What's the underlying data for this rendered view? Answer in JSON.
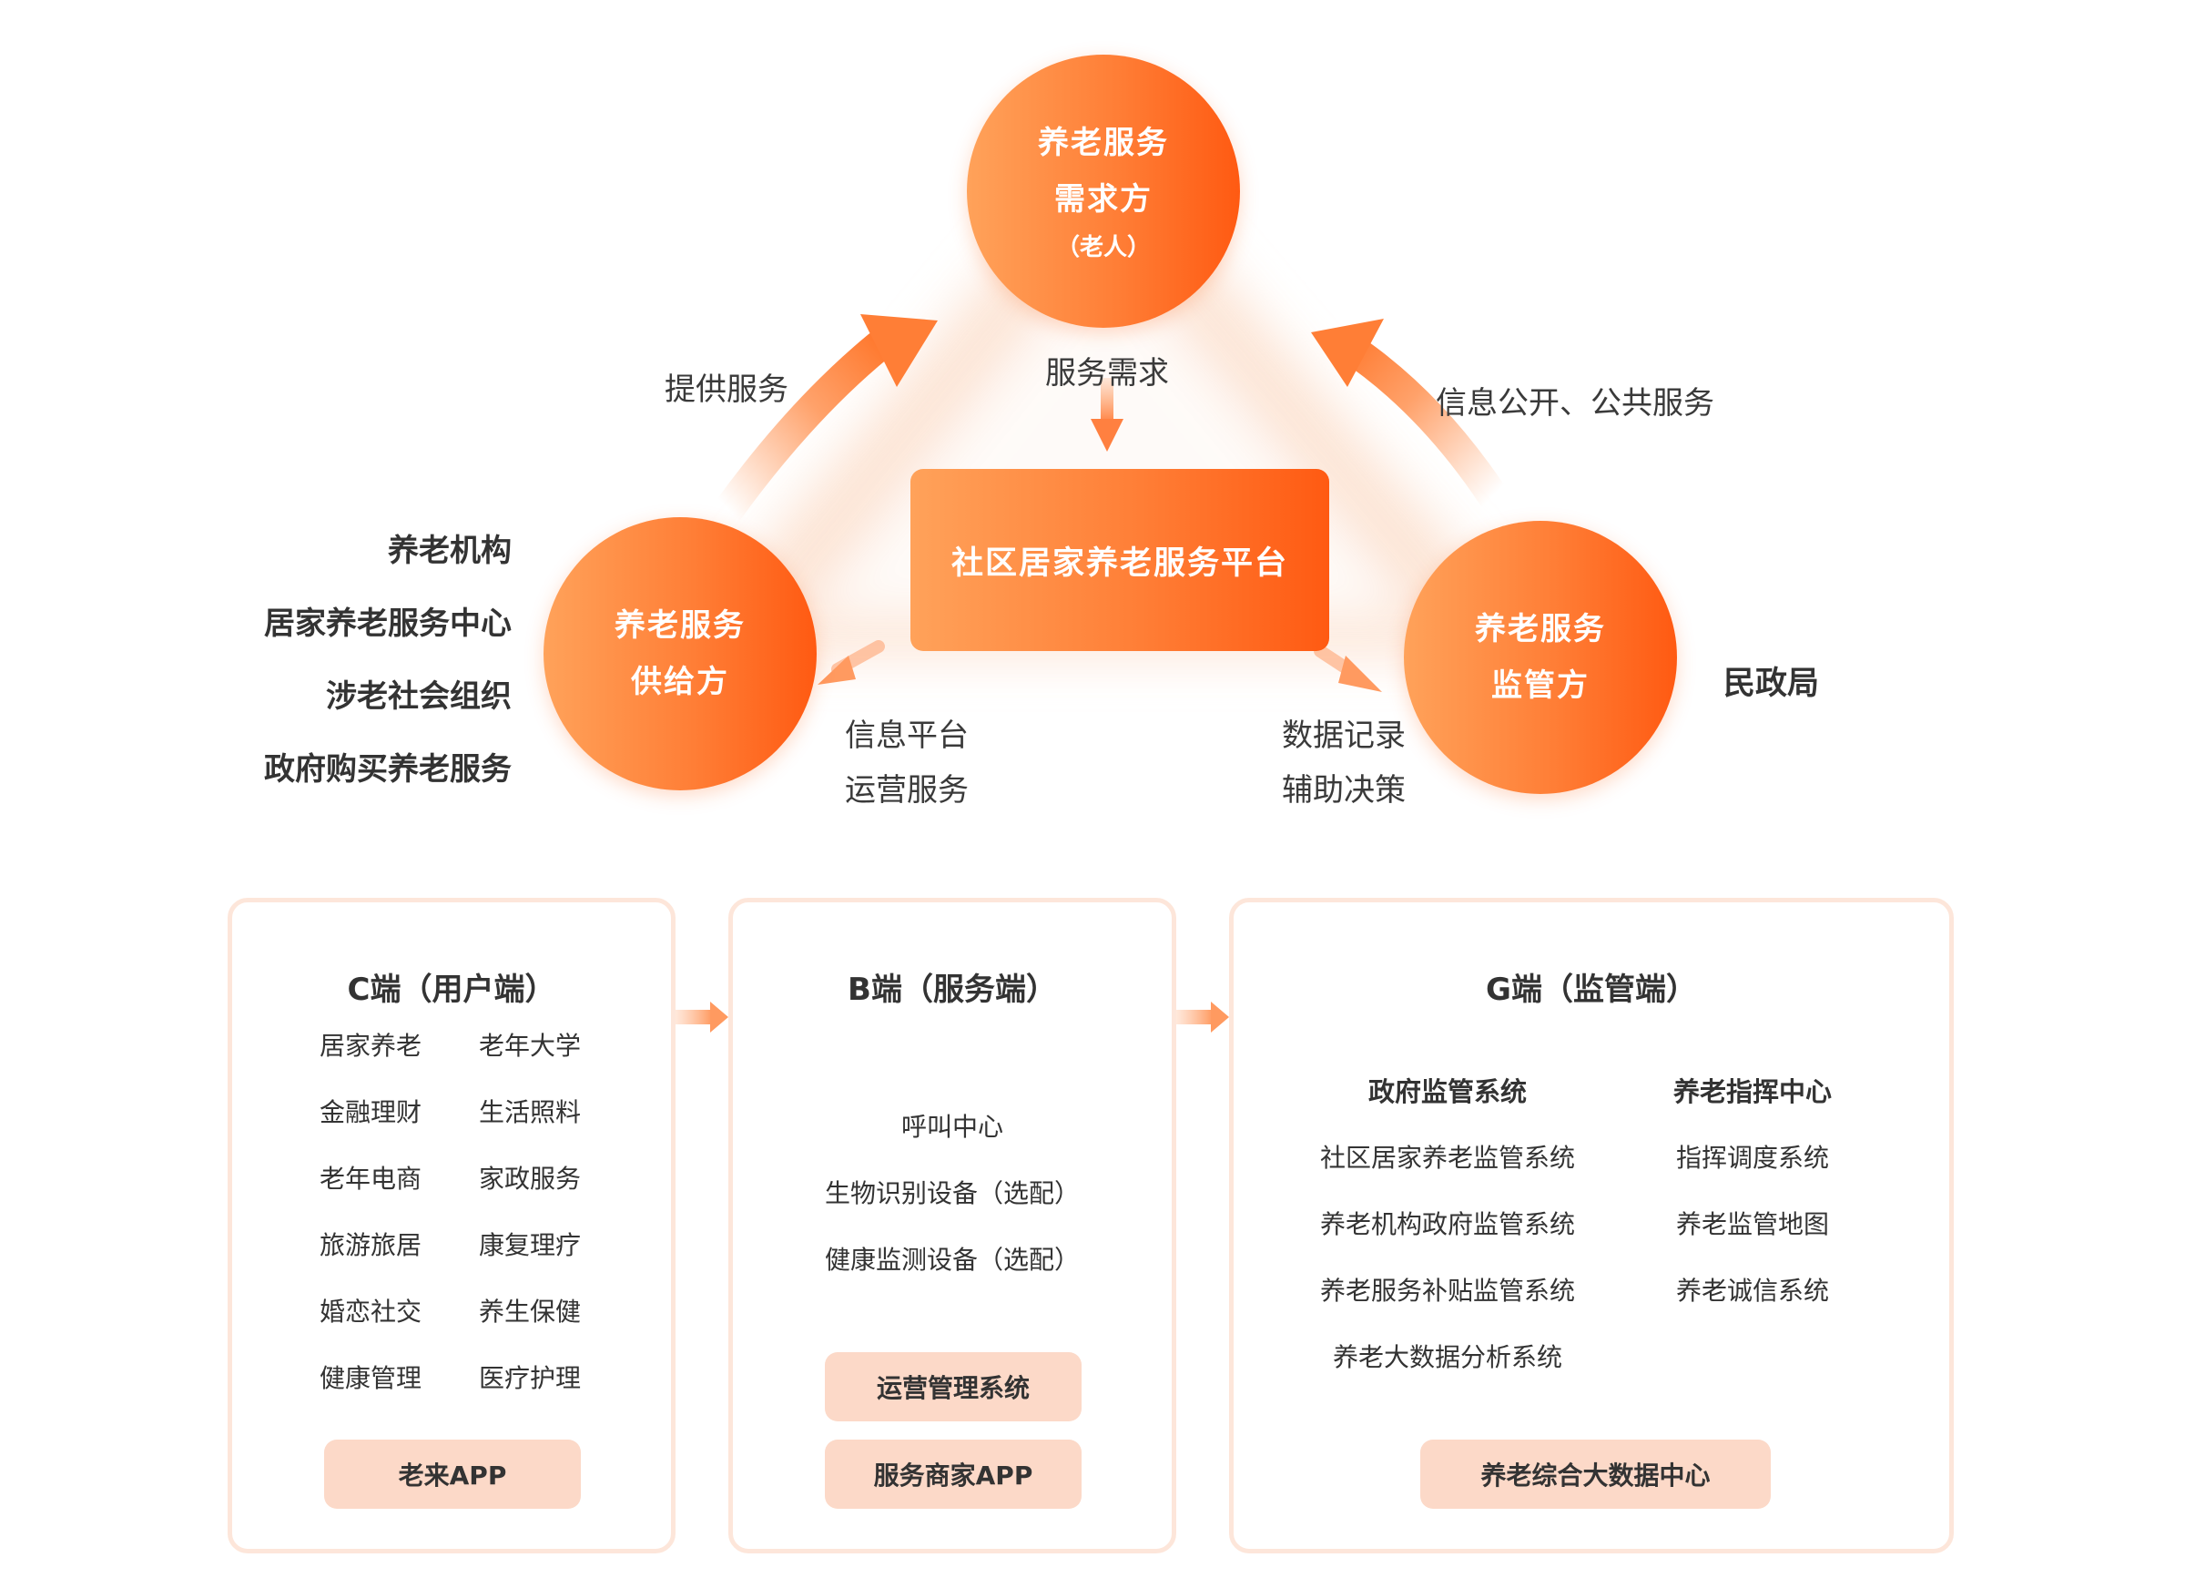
{
  "colors": {
    "accent": "#FF6A1F",
    "accent_light": "#FFA25A",
    "pill_bg": "#FCD9C8",
    "panel_border": "#FDE6DA",
    "glow": "#FCE3D4"
  },
  "top": {
    "demand": {
      "line1": "养老服务",
      "line2": "需求方",
      "line3": "（老人）"
    },
    "supply": {
      "line1": "养老服务",
      "line2": "供给方"
    },
    "regulator": {
      "line1": "养老服务",
      "line2": "监管方"
    },
    "platform": "社区居家养老服务平台",
    "labels": {
      "provide": "提供服务",
      "need": "服务需求",
      "info_public": "信息公开、公共服务",
      "info_platform": "信息平台",
      "ops_service": "运营服务",
      "data_record": "数据记录",
      "aux_decision": "辅助决策"
    },
    "supply_list": [
      "养老机构",
      "居家养老服务中心",
      "涉老社会组织",
      "政府购买养老服务"
    ],
    "regulator_name": "民政局"
  },
  "panels": {
    "c": {
      "title": "C端（用户端）",
      "items": [
        "居家养老",
        "老年大学",
        "金融理财",
        "生活照料",
        "老年电商",
        "家政服务",
        "旅游旅居",
        "康复理疗",
        "婚恋社交",
        "养生保健",
        "健康管理",
        "医疗护理"
      ],
      "app": "老来APP"
    },
    "b": {
      "title": "B端（服务端）",
      "items": [
        "呼叫中心",
        "生物识别设备（选配）",
        "健康监测设备（选配）"
      ],
      "pill1": "运营管理系统",
      "pill2": "服务商家APP"
    },
    "g": {
      "title": "G端（监管端）",
      "col1": {
        "heading": "政府监管系统",
        "items": [
          "社区居家养老监管系统",
          "养老机构政府监管系统",
          "养老服务补贴监管系统",
          "养老大数据分析系统"
        ]
      },
      "col2": {
        "heading": "养老指挥中心",
        "items": [
          "指挥调度系统",
          "养老监管地图",
          "养老诚信系统"
        ]
      },
      "center": "养老综合大数据中心"
    }
  }
}
